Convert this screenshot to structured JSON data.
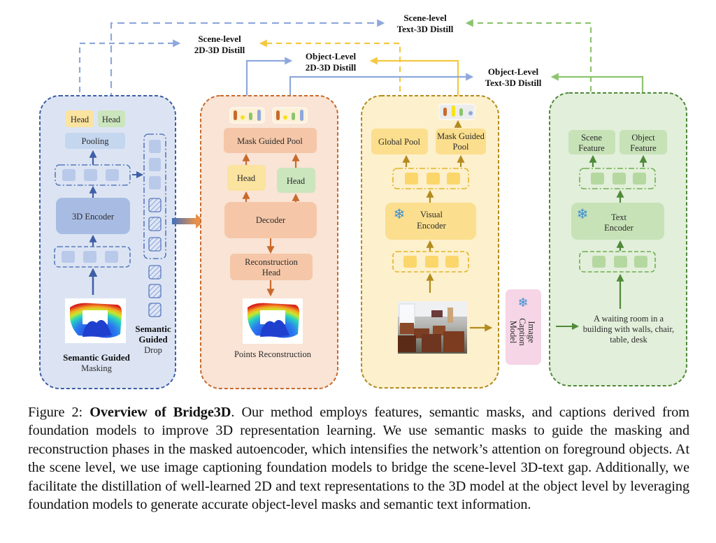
{
  "figure": {
    "panels": {
      "encoder_3d": {
        "head_left": "Head",
        "head_right": "Head",
        "pooling": "Pooling",
        "encoder": "3D Encoder",
        "masking_bold": "Semantic Guided",
        "masking_regular": "Masking",
        "drop_bold_1": "Semantic",
        "drop_bold_2": "Guided",
        "drop_regular": "Drop"
      },
      "decoder": {
        "mask_guided_pool": "Mask Guided Pool",
        "head_left": "Head",
        "head_right": "Head",
        "decoder": "Decoder",
        "recon_head_1": "Reconstruction",
        "recon_head_2": "Head",
        "points_reconstruction": "Points Reconstruction"
      },
      "visual": {
        "global_pool": "Global Pool",
        "mask_guided_pool_1": "Mask Guided",
        "mask_guided_pool_2": "Pool",
        "encoder_1": "Visual",
        "encoder_2": "Encoder"
      },
      "caption_model": {
        "line1": "Image",
        "line2": "Caption",
        "line3": "Model"
      },
      "text": {
        "scene_feature_1": "Scene",
        "scene_feature_2": "Feature",
        "object_feature_1": "Object",
        "object_feature_2": "Feature",
        "encoder_1": "Text",
        "encoder_2": "Encoder",
        "caption_1": "A waiting room in a",
        "caption_2": "building with walls, chair,",
        "caption_3": "table, desk"
      }
    },
    "distill_labels": {
      "scene_2d3d_1": "Scene-level",
      "scene_2d3d_2": "2D-3D Distill",
      "scene_text3d_1": "Scene-level",
      "scene_text3d_2": "Text-3D Distill",
      "object_2d3d_1": "Object-Level",
      "object_2d3d_2": "2D-3D Distill",
      "object_text3d_1": "Object-Level",
      "object_text3d_2": "Text-3D Distill"
    },
    "colors": {
      "blue": "#8fa8dc",
      "blue_dark": "#3f5fa6",
      "orange": "#c86a2c",
      "yellow": "#f4c842",
      "yellow_dark": "#b38b1e",
      "green": "#6fae52",
      "green_dark": "#4f8a3a",
      "pink": "#f5d5e6"
    }
  },
  "caption": {
    "prefix": "Figure 2: ",
    "title": "Overview of Bridge3D",
    "body": ". Our method employs features, semantic masks, and captions derived from foundation models to improve 3D representation learning. We use semantic masks to guide the masking and reconstruction phases in the masked autoencoder, which intensifies the network’s attention on foreground objects. At the scene level, we use image captioning foundation models to bridge the scene-level 3D-text gap. Additionally, we facilitate the distillation of well-learned 2D and text representations to the 3D model at the object level by leveraging foundation models to generate accurate object-level masks and semantic text information."
  }
}
